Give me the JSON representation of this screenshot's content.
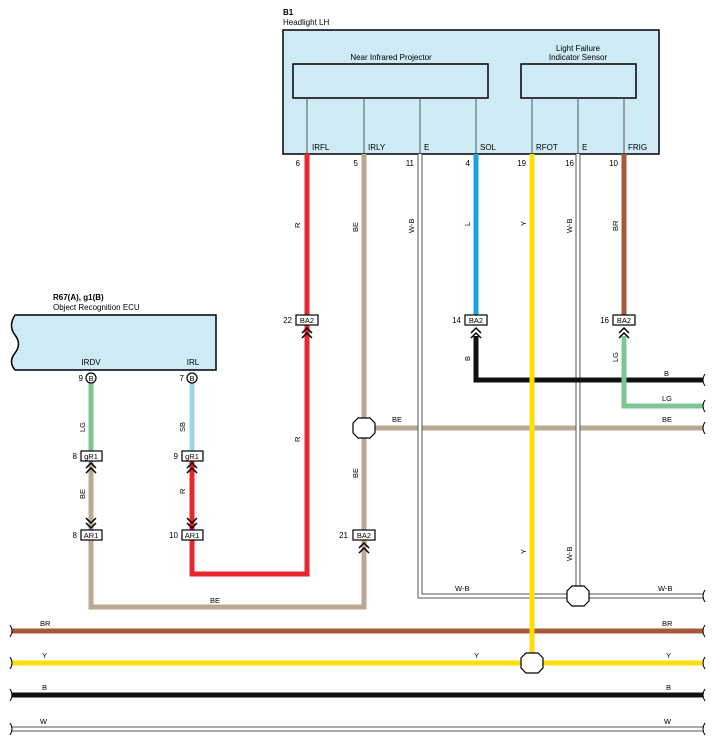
{
  "headlight": {
    "code": "B1",
    "name": "Headlight LH",
    "projector_label": "Near Infrared Projector",
    "sensor_label_1": "Light Failure",
    "sensor_label_2": "Indicator Sensor",
    "pins": [
      {
        "name": "IRFL",
        "num": "6"
      },
      {
        "name": "IRLY",
        "num": "5"
      },
      {
        "name": "E",
        "num": "11"
      },
      {
        "name": "SOL",
        "num": "4"
      },
      {
        "name": "RFOT",
        "num": "19"
      },
      {
        "name": "E",
        "num": "16"
      },
      {
        "name": "FRIG",
        "num": "10"
      }
    ]
  },
  "ecu": {
    "code": "R67(A), g1(B)",
    "name": "Object Recognition ECU",
    "pins": [
      {
        "name": "IRDV",
        "num": "9",
        "tag": "B"
      },
      {
        "name": "IRL",
        "num": "7",
        "tag": "B"
      }
    ]
  },
  "connectors": {
    "ba2_22": {
      "num": "22",
      "label": "BA2"
    },
    "ba2_14": {
      "num": "14",
      "label": "BA2"
    },
    "ba2_16": {
      "num": "16",
      "label": "BA2"
    },
    "ba2_21": {
      "num": "21",
      "label": "BA2"
    },
    "gr1_8": {
      "num": "8",
      "label": "gR1"
    },
    "gr1_9": {
      "num": "9",
      "label": "gR1"
    },
    "ar1_8": {
      "num": "8",
      "label": "AR1"
    },
    "ar1_10": {
      "num": "10",
      "label": "AR1"
    }
  },
  "wire_labels": {
    "r": "R",
    "be": "BE",
    "wb": "W-B",
    "l": "L",
    "y": "Y",
    "br": "BR",
    "b": "B",
    "lg": "LG",
    "sb": "SB",
    "w": "W"
  },
  "colors": {
    "red": "#e8262b",
    "beige": "#bba891",
    "blue": "#1ca3dc",
    "yellow": "#ffde00",
    "brown": "#a5583a",
    "black": "#111111",
    "green": "#7dc693",
    "skyblue": "#9fd6ee",
    "component": "#cdeaf5"
  }
}
